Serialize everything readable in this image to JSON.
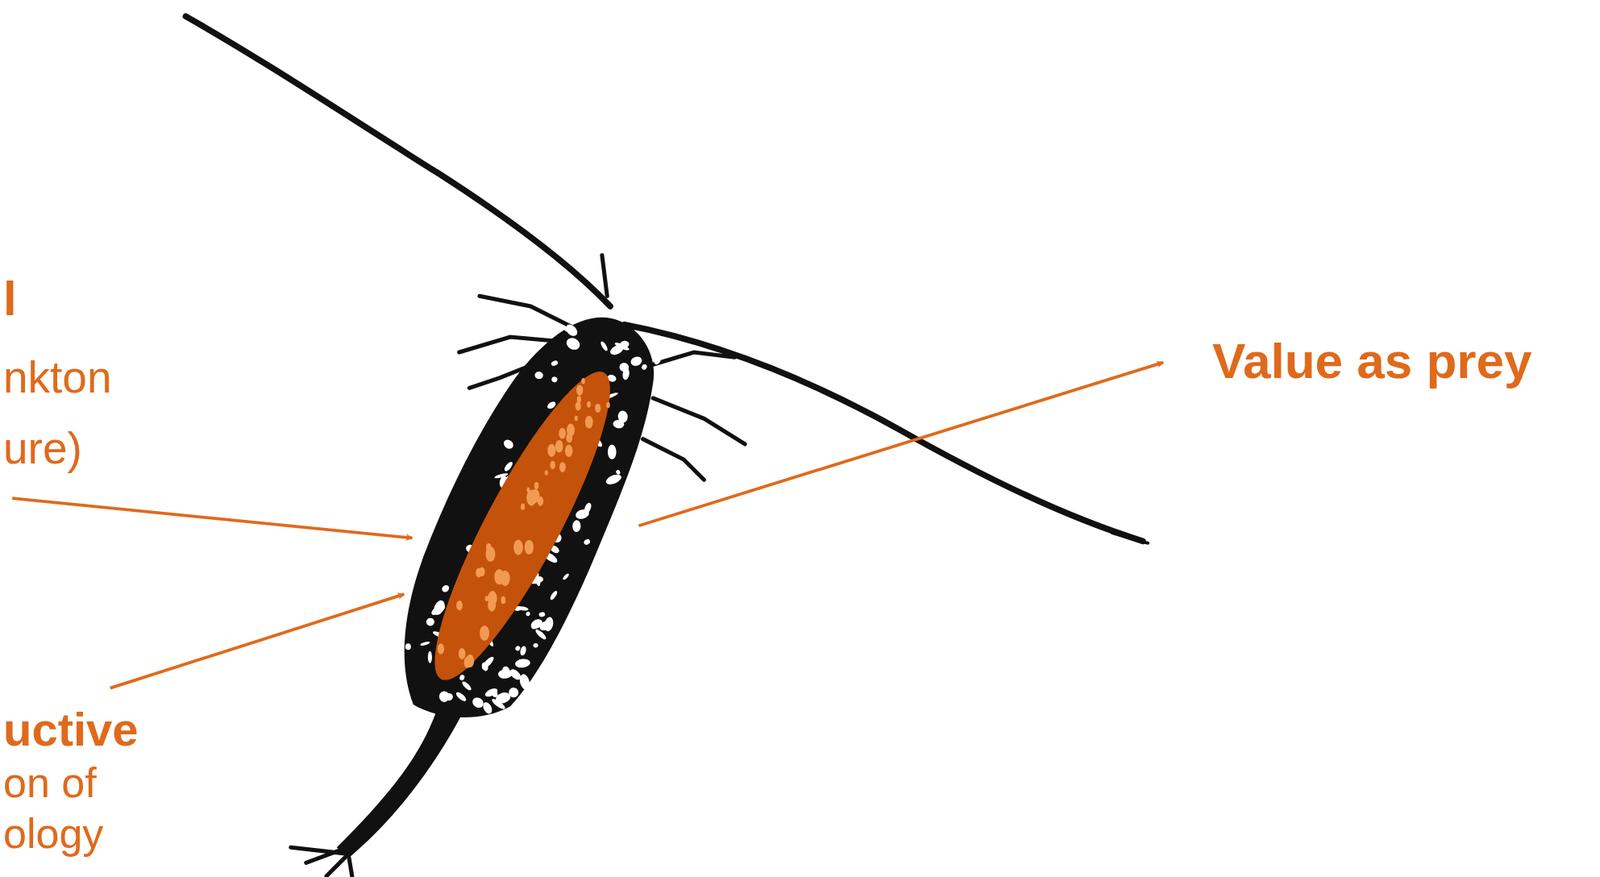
{
  "diagram": {
    "labels": [
      "l",
      "nkton ure)",
      "uctive",
      "on of ology",
      "Value as prey"
    ]
  }
}
